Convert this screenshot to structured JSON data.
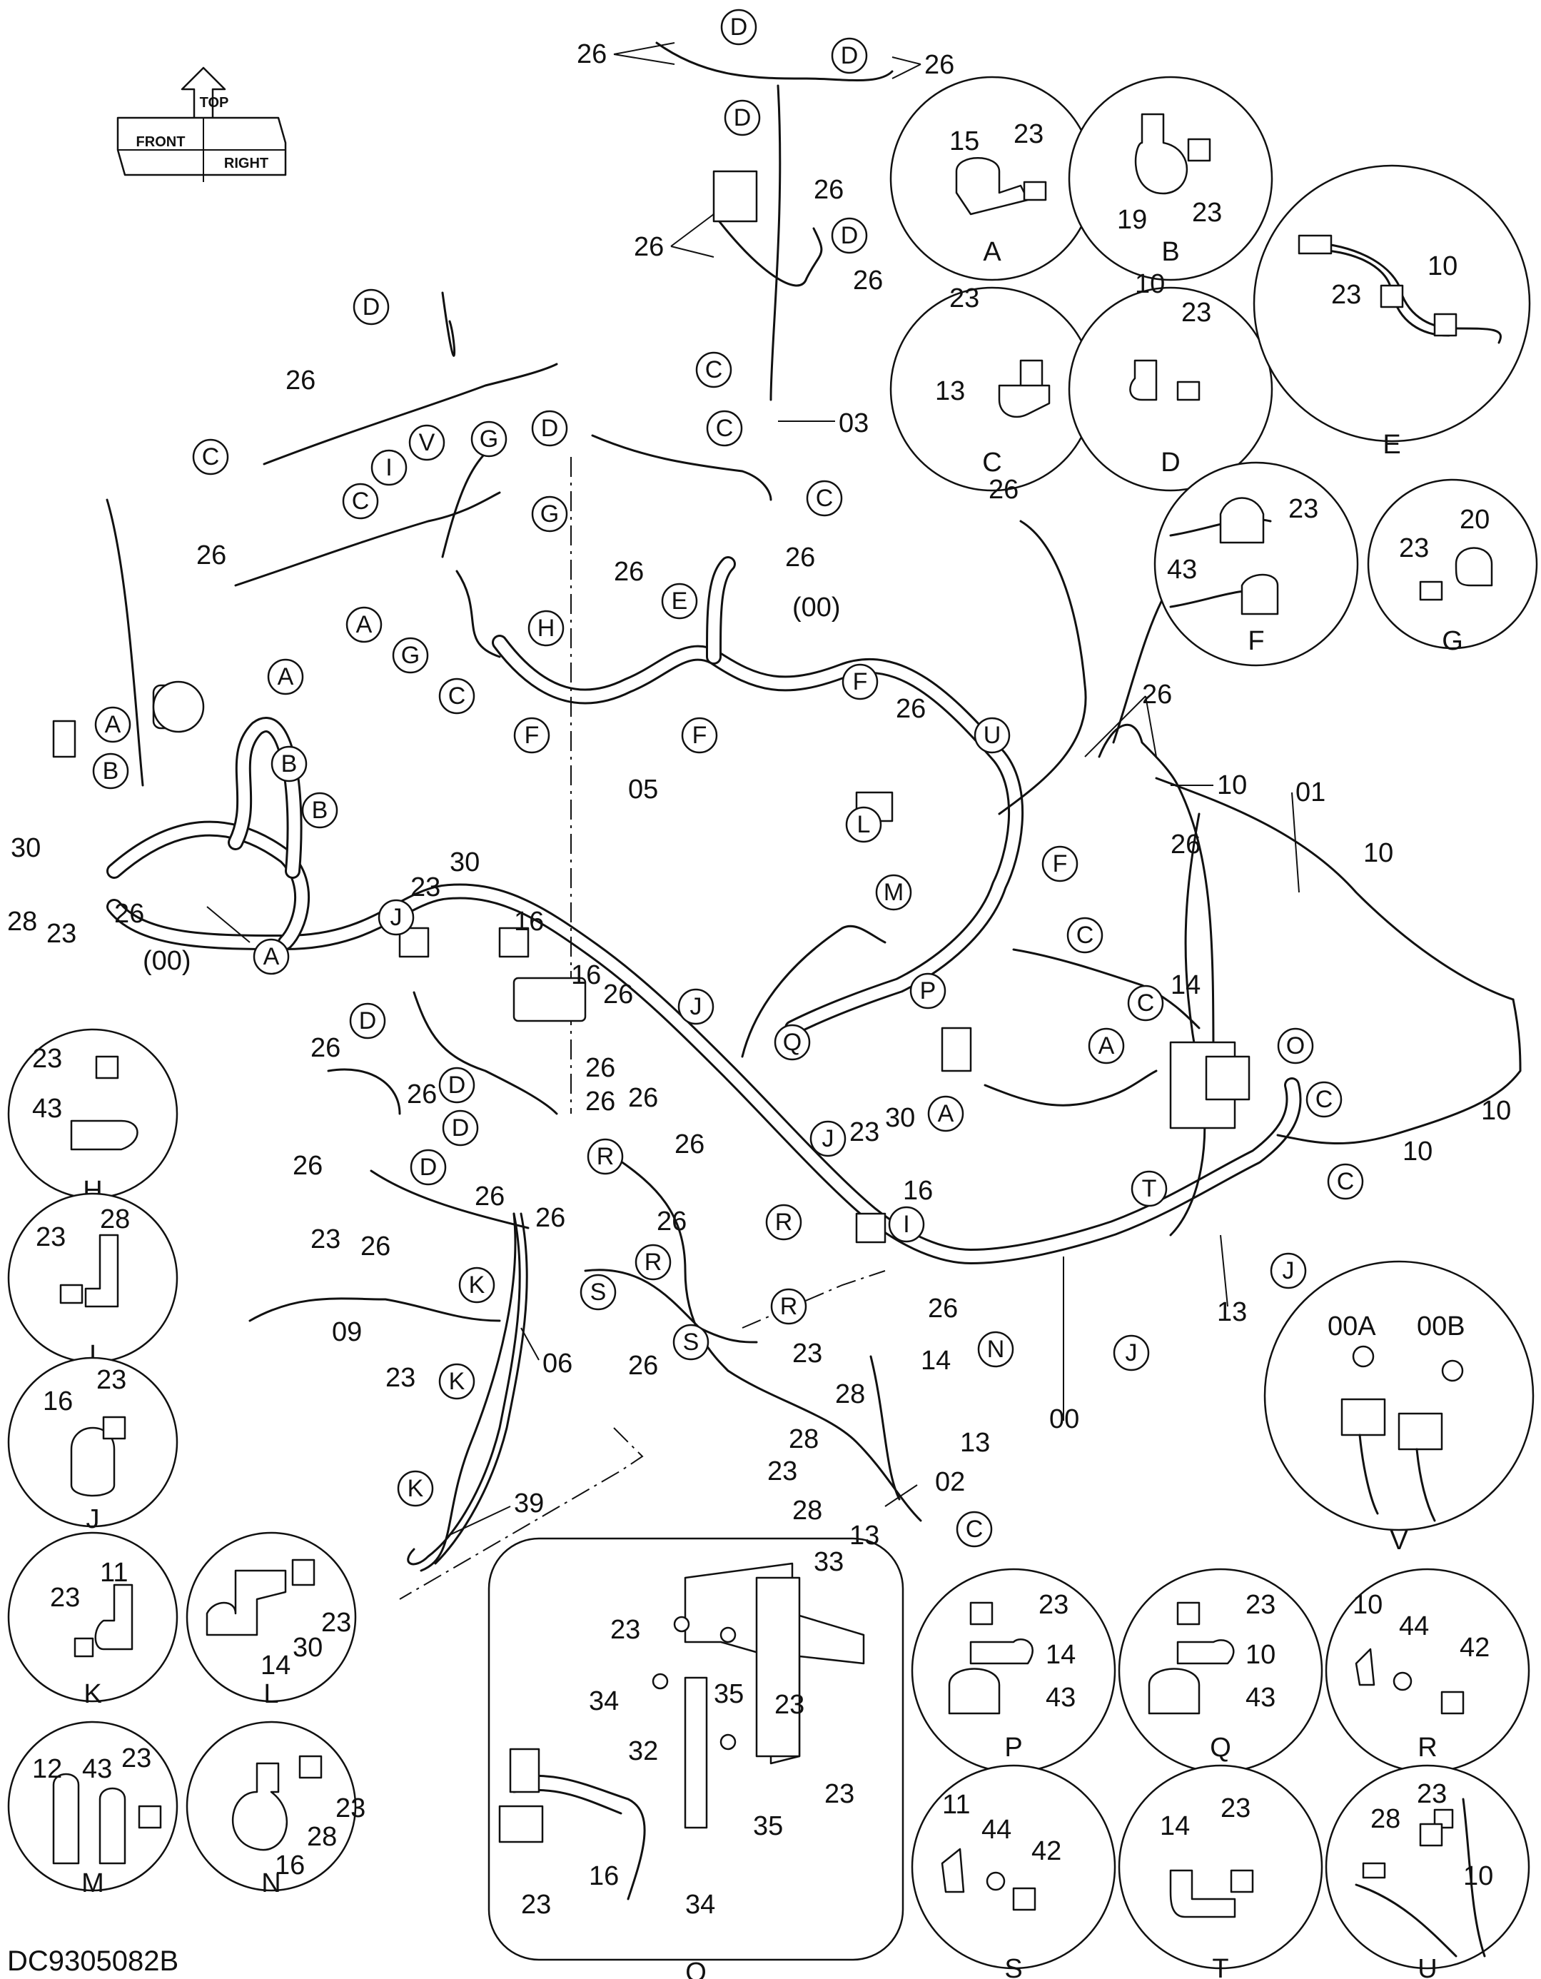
{
  "drawing_code": "DC9305082B",
  "orientation": {
    "front": "FRONT",
    "top": "TOP",
    "right": "RIGHT"
  },
  "part_numbers": {
    "p00": "00",
    "p00p": "(00)",
    "p00A": "00A",
    "p00B": "00B",
    "p01": "01",
    "p02": "02",
    "p03": "03",
    "p05": "05",
    "p06": "06",
    "p09": "09",
    "p10": "10",
    "p11": "11",
    "p12": "12",
    "p13": "13",
    "p14": "14",
    "p15": "15",
    "p16": "16",
    "p19": "19",
    "p20": "20",
    "p23": "23",
    "p26": "26",
    "p28": "28",
    "p30": "30",
    "p32": "32",
    "p33": "33",
    "p34": "34",
    "p35": "35",
    "p39": "39",
    "p42": "42",
    "p43": "43",
    "p44": "44"
  },
  "callout_letters": {
    "A": "A",
    "B": "B",
    "C": "C",
    "D": "D",
    "E": "E",
    "F": "F",
    "G": "G",
    "H": "H",
    "I": "I",
    "J": "J",
    "K": "K",
    "L": "L",
    "M": "M",
    "N": "N",
    "O": "O",
    "P": "P",
    "Q": "Q",
    "R": "R",
    "S": "S",
    "T": "T",
    "U": "U",
    "V": "V"
  },
  "detail_views": [
    "A",
    "B",
    "C",
    "D",
    "E",
    "F",
    "G",
    "H",
    "I",
    "J",
    "K",
    "L",
    "M",
    "N",
    "O",
    "P",
    "Q",
    "R",
    "S",
    "T",
    "U",
    "V"
  ]
}
